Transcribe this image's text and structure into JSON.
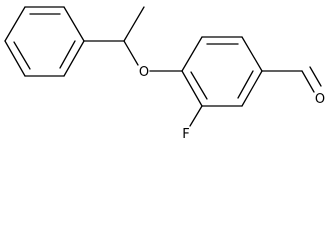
{
  "molecule": {
    "atoms": {
      "oxygen_ether": "O",
      "fluorine": "F",
      "oxygen_aldehyde": "O"
    }
  }
}
